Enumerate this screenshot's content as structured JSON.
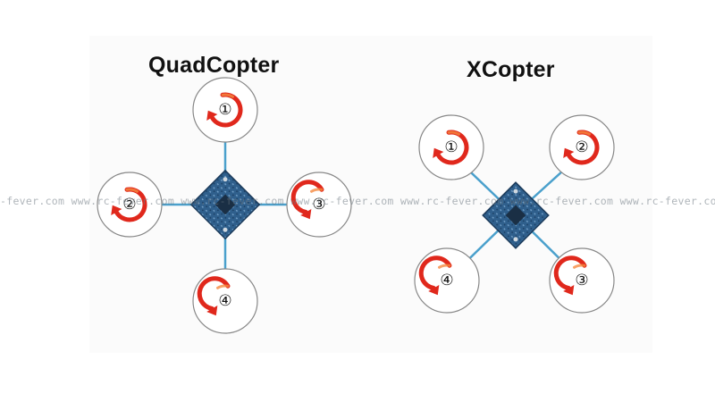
{
  "diagrams": [
    {
      "title": "QuadCopter",
      "motors": [
        {
          "number": "①",
          "rotation": "clockwise"
        },
        {
          "number": "②",
          "rotation": "clockwise"
        },
        {
          "number": "③",
          "rotation": "counterclockwise"
        },
        {
          "number": "④",
          "rotation": "counterclockwise"
        }
      ]
    },
    {
      "title": "XCopter",
      "motors": [
        {
          "number": "①",
          "rotation": "clockwise"
        },
        {
          "number": "②",
          "rotation": "clockwise"
        },
        {
          "number": "④",
          "rotation": "counterclockwise"
        },
        {
          "number": "③",
          "rotation": "counterclockwise"
        }
      ]
    }
  ],
  "watermark": "-fever.com  www.rc-fever.com  www.rc-fever.com  www.rc-fever.com  www.rc-fever.com  www.rc-fever.com  www.rc-fever.com  www.rc-fever.com",
  "colors": {
    "arm": "#4aa0cc",
    "arrow": "#e0281c",
    "arrow_highlight": "#f58a40",
    "board": "#2f5f8c",
    "rotor_ring": "#888888"
  }
}
